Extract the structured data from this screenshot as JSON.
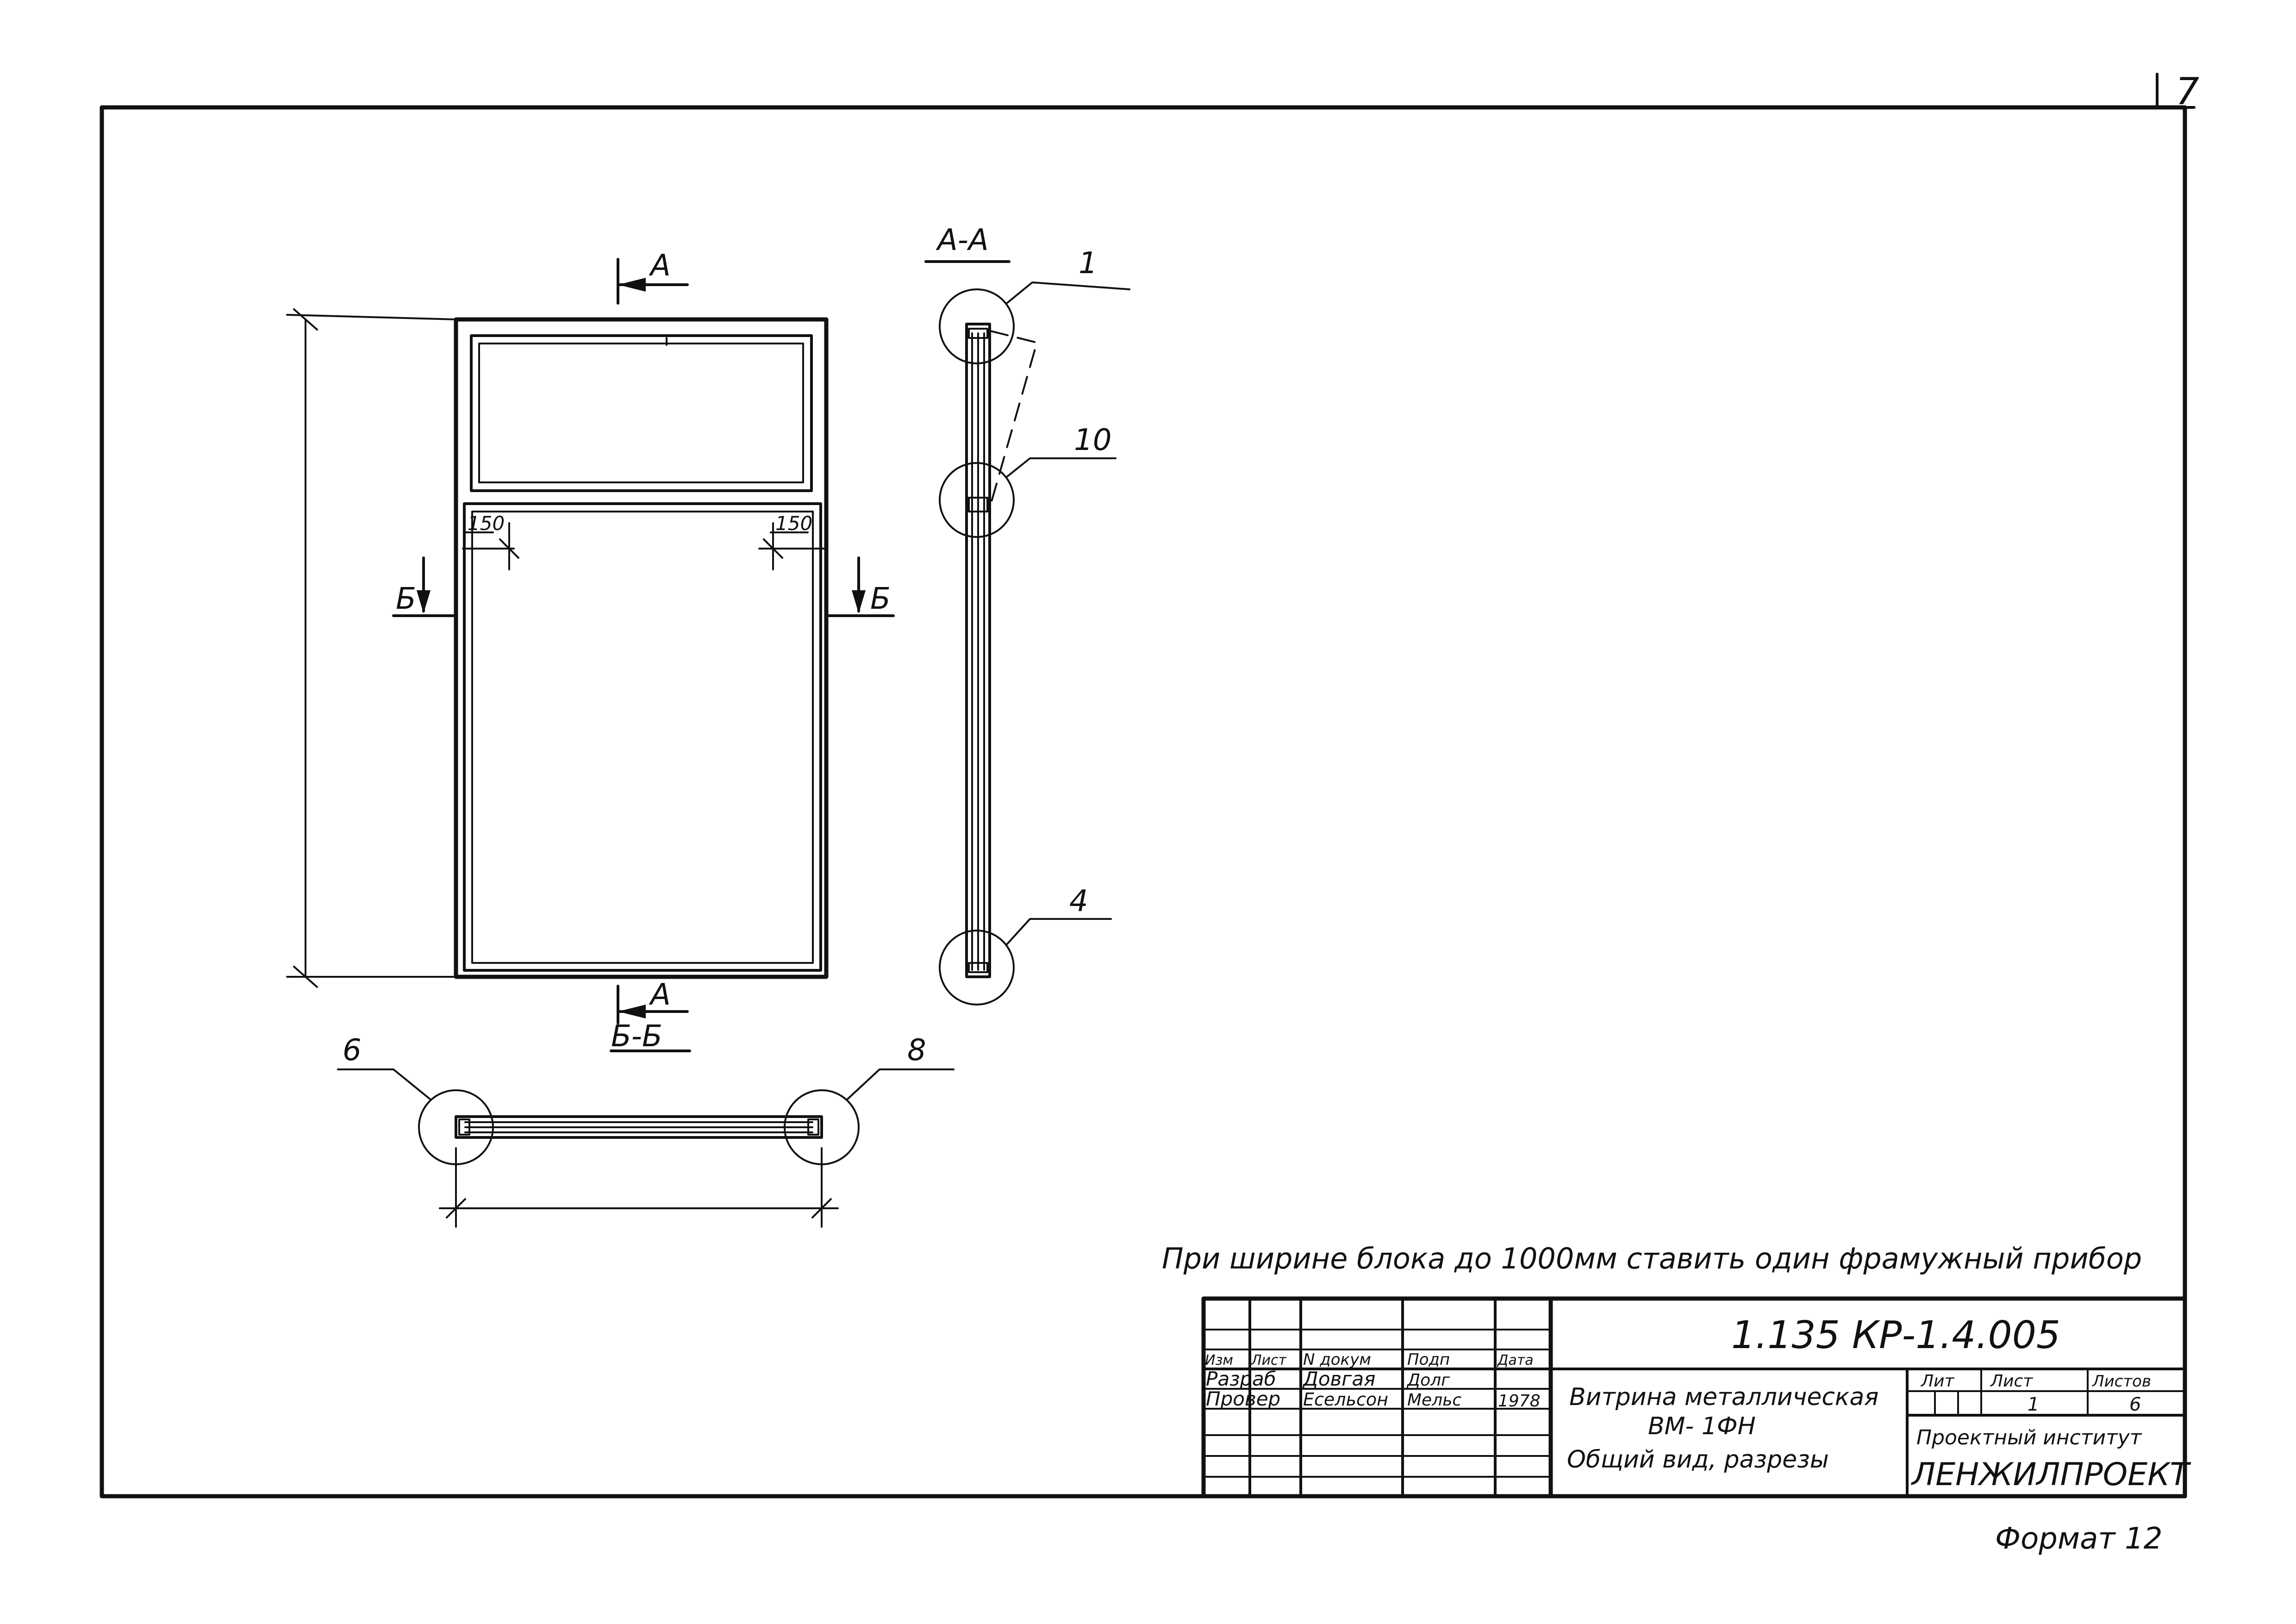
{
  "sheet": {
    "sheet_number": "7",
    "format_label": "Формат 12",
    "note": "При ширине блока до 1000мм ставить один фрамужный прибор"
  },
  "front_view": {
    "section_a_label_top": "А",
    "section_a_label_bottom": "А",
    "section_b_label_left": "Б",
    "section_b_label_right": "Б",
    "dim_left": "150",
    "dim_right": "150"
  },
  "section_aa": {
    "title": "А-А",
    "callouts": [
      "1",
      "10",
      "4"
    ]
  },
  "section_bb": {
    "title": "Б-Б",
    "callouts": [
      "6",
      "8"
    ]
  },
  "title_block": {
    "code": "1.135 КР-1.4.005",
    "headers": [
      "Изм",
      "Лист",
      "N докум",
      "Подп",
      "Дата"
    ],
    "rows": [
      {
        "role": "Разраб",
        "name": "Довгая",
        "signature": "Долг",
        "date": ""
      },
      {
        "role": "Провер",
        "name": "Есельсон",
        "signature": "Мельс",
        "date": "1978"
      }
    ],
    "product_line1": "Витрина металлическая",
    "product_line2": "ВМ- 1ФН",
    "product_line3": "Общий вид, разрезы",
    "lit_header": "Лит",
    "sheet_header": "Лист",
    "sheets_header": "Листов",
    "sheet_value": "1",
    "sheets_value": "6",
    "org_line1": "Проектный институт",
    "org_line2": "ЛЕНЖИЛПРОЕКТ"
  }
}
